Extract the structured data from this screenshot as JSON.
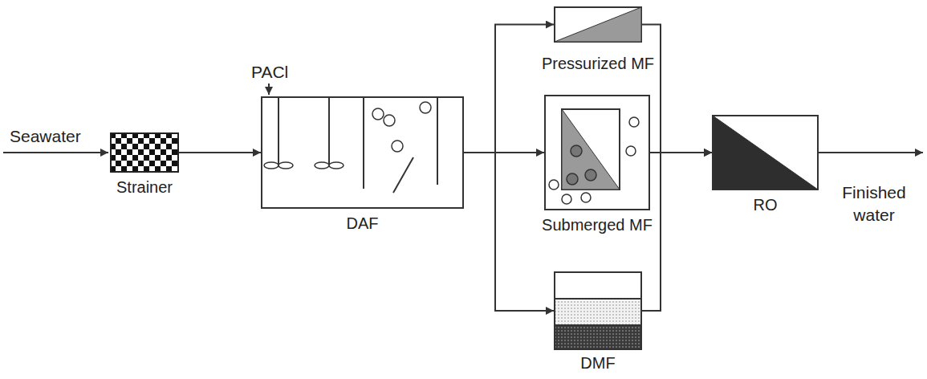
{
  "diagram": {
    "nodes": [
      {
        "text": [
          "Strainer"
        ]
      },
      {
        "text": [
          "DAF"
        ]
      },
      {
        "text": [
          "Pressurized MF"
        ]
      },
      {
        "text": [
          "Submerged MF"
        ]
      },
      {
        "text": [
          "DMF"
        ]
      },
      {
        "text": [
          "RO"
        ]
      }
    ],
    "edges": [
      {
        "from": 0,
        "to": 1,
        "arrow": "to"
      },
      {
        "from": 1,
        "to": 2,
        "arrow": "to"
      },
      {
        "from": 1,
        "to": 3,
        "arrow": "to"
      },
      {
        "from": 1,
        "to": 4,
        "arrow": "to"
      },
      {
        "from": 2,
        "to": 5,
        "arrow": "to"
      },
      {
        "from": 3,
        "to": 5,
        "arrow": "to"
      },
      {
        "from": 4,
        "to": 5,
        "arrow": "to"
      }
    ],
    "labels": [
      "Seawater",
      "PACl",
      "Finished water"
    ]
  }
}
